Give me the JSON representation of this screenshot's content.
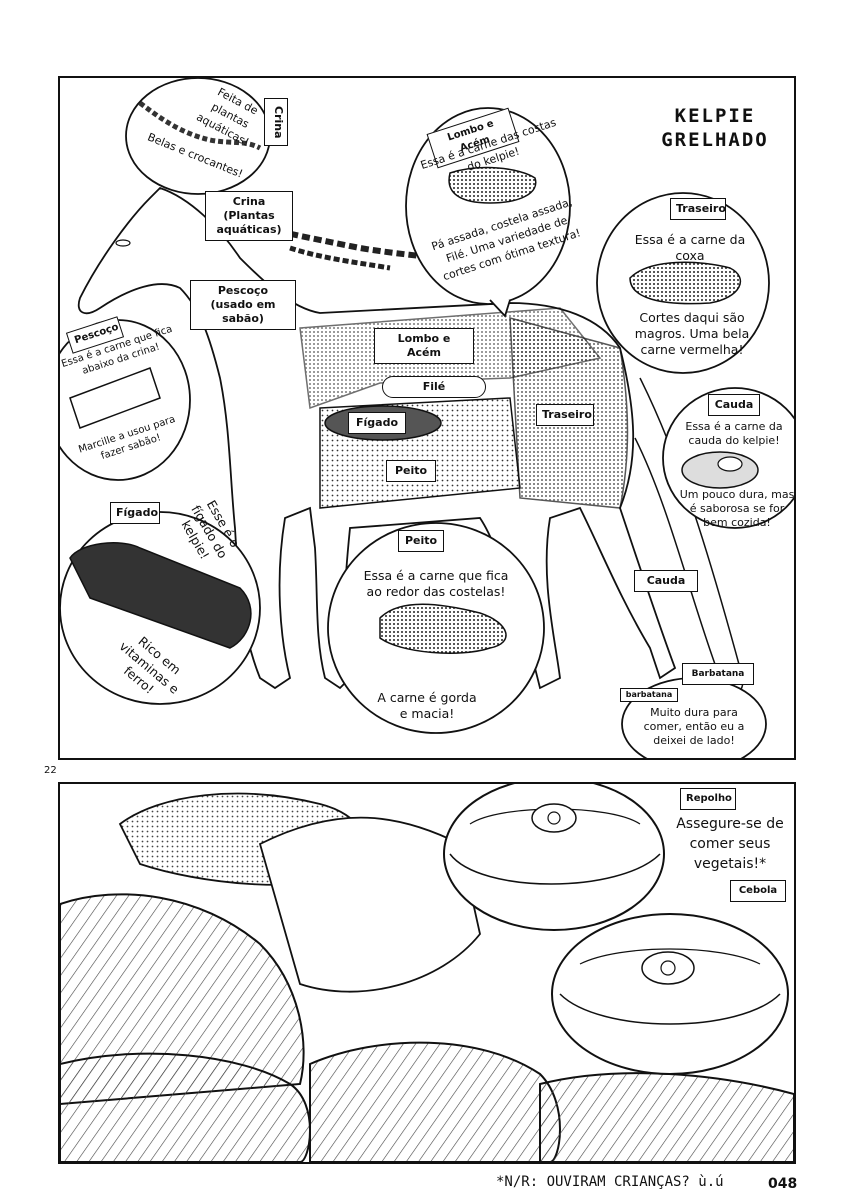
{
  "title": "KELPIE GRELHADO",
  "page_side_number": "22",
  "page_number": "048",
  "footnote": "*N/R: OUVIRAM CRIANÇAS? ù.ú",
  "diagram_labels": {
    "crina": "Crina (Plantas aquáticas)",
    "pescoco": "Pescoço (usado em sabão)",
    "lombo": "Lombo e Acém",
    "file": "Filé",
    "figado": "Fígado",
    "traseiro": "Traseiro",
    "peito": "Peito",
    "cauda": "Cauda",
    "barbatana": "Barbatana"
  },
  "bubbles": {
    "crina": {
      "tag": "Crina",
      "line1": "Feita de plantas aquáticas!",
      "line2": "Belas e crocantes!"
    },
    "lombo": {
      "tag": "Lombo e Acém",
      "line1": "Essa é a carne das costas do kelpie!",
      "line2": "Pá assada, costela assada, Filé. Uma variedade de cortes com ótima textura!"
    },
    "traseiro": {
      "tag": "Traseiro",
      "line1": "Essa é a carne da coxa",
      "line2": "Cortes daqui são magros. Uma bela carne vermelha!"
    },
    "cauda": {
      "tag": "Cauda",
      "line1": "Essa é a carne da cauda do kelpie!",
      "line2": "Um pouco dura, mas é saborosa se for bem cozida!"
    },
    "pescoco": {
      "tag": "Pescoço",
      "line1": "Essa é a carne que fica abaixo da crina!",
      "line2": "Marcille a usou para fazer sabão!"
    },
    "figado": {
      "tag": "Fígado",
      "line1": "Esse é o fígado do kelpie!",
      "line2": "Rico em vitaminas e ferro!"
    },
    "peito": {
      "tag": "Peito",
      "line1": "Essa é a carne que fica ao redor das costelas!",
      "line2": "A carne é gorda e macia!"
    },
    "barbatana": {
      "tag": "barbatana",
      "line1": "Muito dura para comer, então eu a deixei de lado!"
    }
  },
  "bottom_panel": {
    "tag_repolho": "Repolho",
    "tag_cebola": "Cebola",
    "speech": "Assegure-se de comer seus vegetais!*"
  }
}
